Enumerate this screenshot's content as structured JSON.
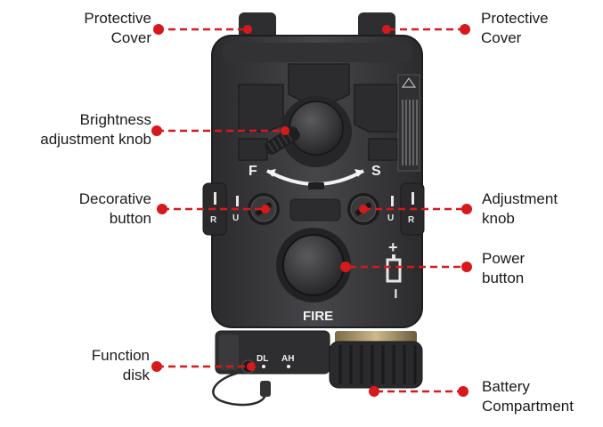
{
  "device": {
    "fire_text": "FIRE",
    "f_text": "F",
    "s_text": "S",
    "dl_text": "DL",
    "ah_text": "AH",
    "u_text": "U",
    "r_text": "R",
    "plus_text": "+",
    "minus_text": "−"
  },
  "colors": {
    "callout": "#d7191c",
    "body": "#3a3a3c",
    "background": "#ffffff"
  },
  "labels": {
    "protective_cover_left": [
      "Protective",
      "Cover"
    ],
    "protective_cover_right": [
      "Protective",
      "Cover"
    ],
    "brightness_knob": [
      "Brightness",
      "adjustment knob"
    ],
    "decorative_button": [
      "Decorative",
      "button"
    ],
    "adjustment_knob": [
      "Adjustment",
      "knob"
    ],
    "power_button": [
      "Power",
      "button"
    ],
    "function_disk": [
      "Function",
      "disk"
    ],
    "battery_compartment": [
      "Battery",
      "Compartment"
    ]
  }
}
